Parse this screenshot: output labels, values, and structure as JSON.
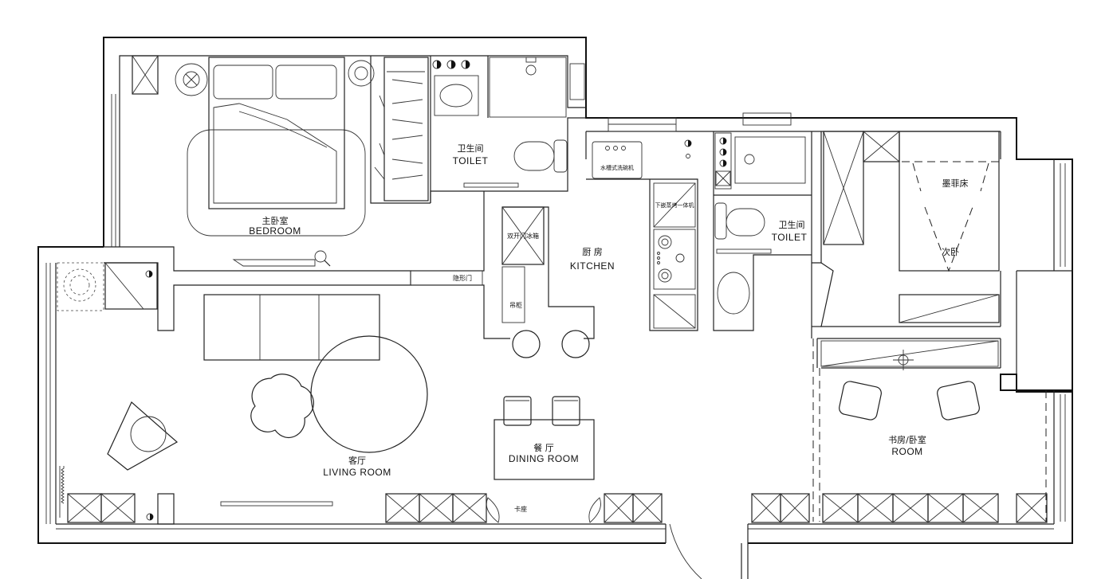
{
  "rooms": {
    "master_bedroom": {
      "cn": "主卧室",
      "en": "BEDROOM"
    },
    "toilet_master": {
      "cn": "卫生间",
      "en": "TOILET"
    },
    "kitchen": {
      "cn": "厨 房",
      "en": "KITCHEN"
    },
    "toilet_second": {
      "cn": "卫生间",
      "en": "TOILET"
    },
    "murphy_bed": {
      "cn": "墨菲床"
    },
    "second_bedroom": {
      "cn": "次卧"
    },
    "living_room": {
      "cn": "客厅",
      "en": "LIVING  ROOM"
    },
    "dining_room": {
      "cn": "餐 厅",
      "en": "DINING  ROOM"
    },
    "study": {
      "cn": "书房/卧室",
      "en": "ROOM"
    }
  },
  "fixtures": {
    "fridge": "双开门冰箱",
    "hidden_door": "隐形门",
    "wall_cabinet": "吊柜",
    "dishwasher": "水槽式洗碗机",
    "steam_oven": "下嵌蒸烤一体机",
    "banquette": "卡座"
  }
}
